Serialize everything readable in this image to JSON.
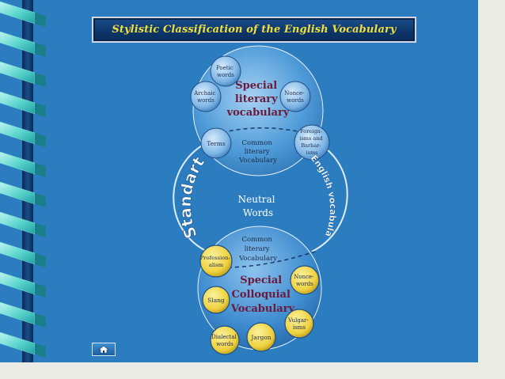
{
  "title": "Stylistic  Classification of the English Vocabulary",
  "upper": {
    "label_lines": [
      "Special",
      "literary",
      "vocabulary"
    ],
    "small": {
      "poetic": [
        "Poetic",
        "words"
      ],
      "archaic": [
        "Archaic",
        "words"
      ],
      "nonce": [
        "Nonce-",
        "words"
      ],
      "terms": [
        "Terms"
      ],
      "foreign": [
        "Foreign-",
        "isms and",
        "Barbar-",
        "isms"
      ]
    },
    "common_lines": [
      "Common",
      "literary",
      "Vocabulary"
    ]
  },
  "neutral_lines": [
    "Neutral",
    "Words"
  ],
  "arc_left": "Standart",
  "arc_right": "English vocabulary",
  "lower": {
    "common_lines": [
      "Common",
      "literary",
      "Vocabulary"
    ],
    "label_lines": [
      "Special",
      "Colloquial",
      "Vocabulary"
    ],
    "small": {
      "professionalism": [
        "Profession-",
        "alism"
      ],
      "nonce": [
        "Nonce-",
        "words"
      ],
      "slang": [
        "Slang"
      ],
      "vulgarisms": [
        "Vulgar-",
        "isms"
      ],
      "dialectal": [
        "Dialectal",
        "words"
      ],
      "jargon": [
        "Jargon"
      ]
    }
  },
  "colors": {
    "background": "#2b7dc0",
    "title_text": "#f0df3c",
    "category_text": "#6a1a3a",
    "neutral_text": "#ffffff",
    "arc_text": "#ffffff",
    "small_circle_fill_upper": "#a9cdee",
    "small_circle_fill_lower": "#f2d94a"
  }
}
